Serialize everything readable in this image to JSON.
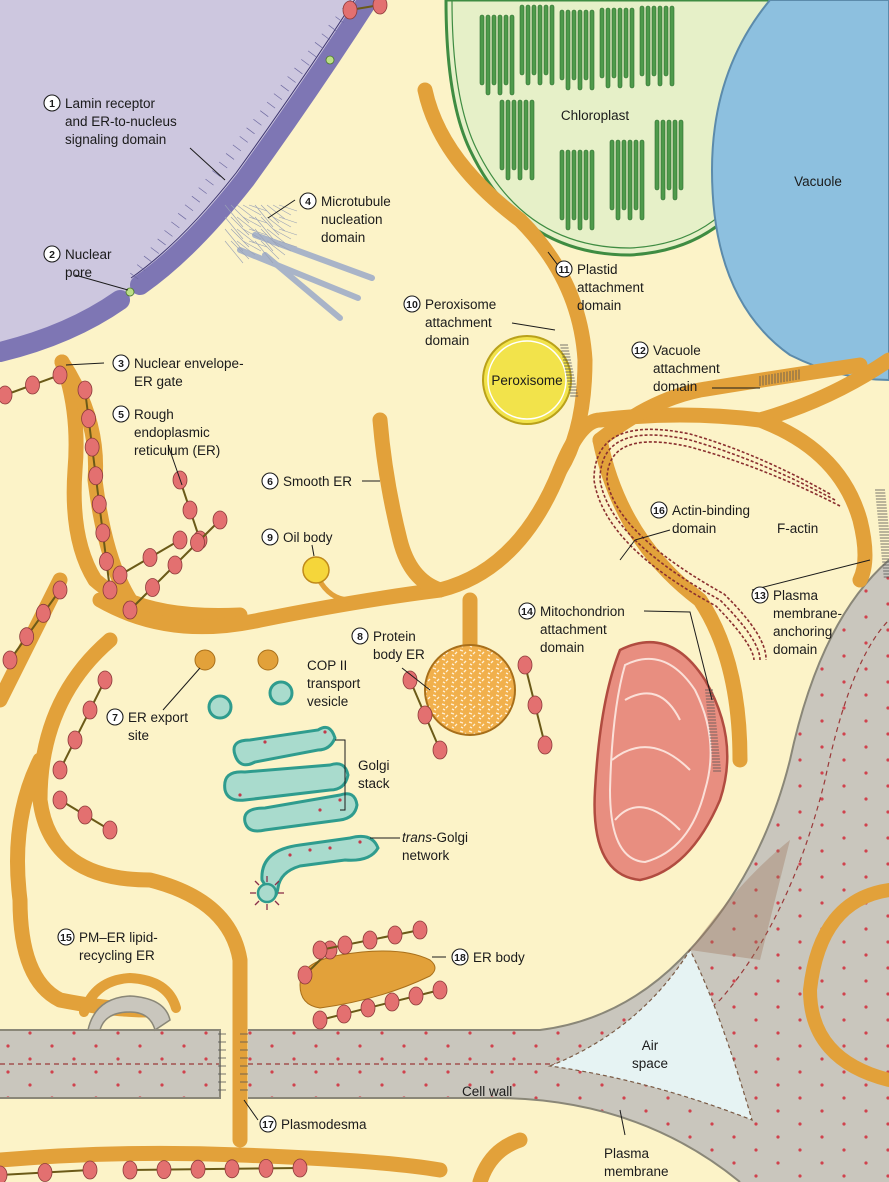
{
  "colors": {
    "cytoplasm": "#fcf3c8",
    "nucleus": "#cdc7df",
    "nuclear_envelope": "#7e76b4",
    "er": "#e2a13a",
    "er_edge": "#a86f1a",
    "chloroplast_fill": "#e6f0c8",
    "thylakoid": "#3f8c42",
    "vacuole": "#8dc0df",
    "peroxisome": "#f2e34b",
    "mitochondrion": "#e88e80",
    "golgi": "#a9dbcd",
    "golgi_edge": "#2f9c8e",
    "cell_wall": "#c9c6bd",
    "air_space": "#e6f3f3",
    "actin": "#8a2f2f",
    "ribosome": "#e37070"
  },
  "labels": {
    "l1": {
      "num": "1",
      "lines": [
        "Lamin receptor",
        "and ER-to-nucleus",
        "signaling domain"
      ]
    },
    "l2": {
      "num": "2",
      "lines": [
        "Nuclear",
        "pore"
      ]
    },
    "l3": {
      "num": "3",
      "lines": [
        "Nuclear envelope-",
        "ER gate"
      ]
    },
    "l4": {
      "num": "4",
      "lines": [
        "Microtubule",
        "nucleation",
        "domain"
      ]
    },
    "l5": {
      "num": "5",
      "lines": [
        "Rough",
        "endoplasmic",
        "reticulum (ER)"
      ]
    },
    "l6": {
      "num": "6",
      "lines": [
        "Smooth ER"
      ]
    },
    "l7": {
      "num": "7",
      "lines": [
        "ER export",
        "site"
      ]
    },
    "l8": {
      "num": "8",
      "lines": [
        "Protein",
        "body ER"
      ]
    },
    "l9": {
      "num": "9",
      "lines": [
        "Oil body"
      ]
    },
    "l10": {
      "num": "10",
      "lines": [
        "Peroxisome",
        "attachment",
        "domain"
      ]
    },
    "l11": {
      "num": "11",
      "lines": [
        "Plastid",
        "attachment",
        "domain"
      ]
    },
    "l12": {
      "num": "12",
      "lines": [
        "Vacuole",
        "attachment",
        "domain"
      ]
    },
    "l13": {
      "num": "13",
      "lines": [
        "Plasma",
        "membrane-",
        "anchoring",
        "domain"
      ]
    },
    "l14": {
      "num": "14",
      "lines": [
        "Mitochondrion",
        "attachment",
        "domain"
      ]
    },
    "l15": {
      "num": "15",
      "lines": [
        "PM–ER lipid-",
        "recycling ER"
      ]
    },
    "l16": {
      "num": "16",
      "lines": [
        "Actin-binding",
        "domain"
      ]
    },
    "l17": {
      "num": "17",
      "lines": [
        "Plasmodesma"
      ]
    },
    "l18": {
      "num": "18",
      "lines": [
        "ER body"
      ]
    }
  },
  "structures": {
    "chloroplast": "Chloroplast",
    "vacuole": "Vacuole",
    "peroxisome": "Peroxisome",
    "cop": [
      "COP II",
      "transport",
      "vesicle"
    ],
    "golgi": [
      "Golgi",
      "stack"
    ],
    "trans_golgi_italic": "trans",
    "trans_golgi_rest": "-Golgi",
    "trans_golgi_line2": "network",
    "factin": "F-actin",
    "air_space": [
      "Air",
      "space"
    ],
    "cell_wall": "Cell wall",
    "plasma_membrane": [
      "Plasma",
      "membrane"
    ]
  }
}
